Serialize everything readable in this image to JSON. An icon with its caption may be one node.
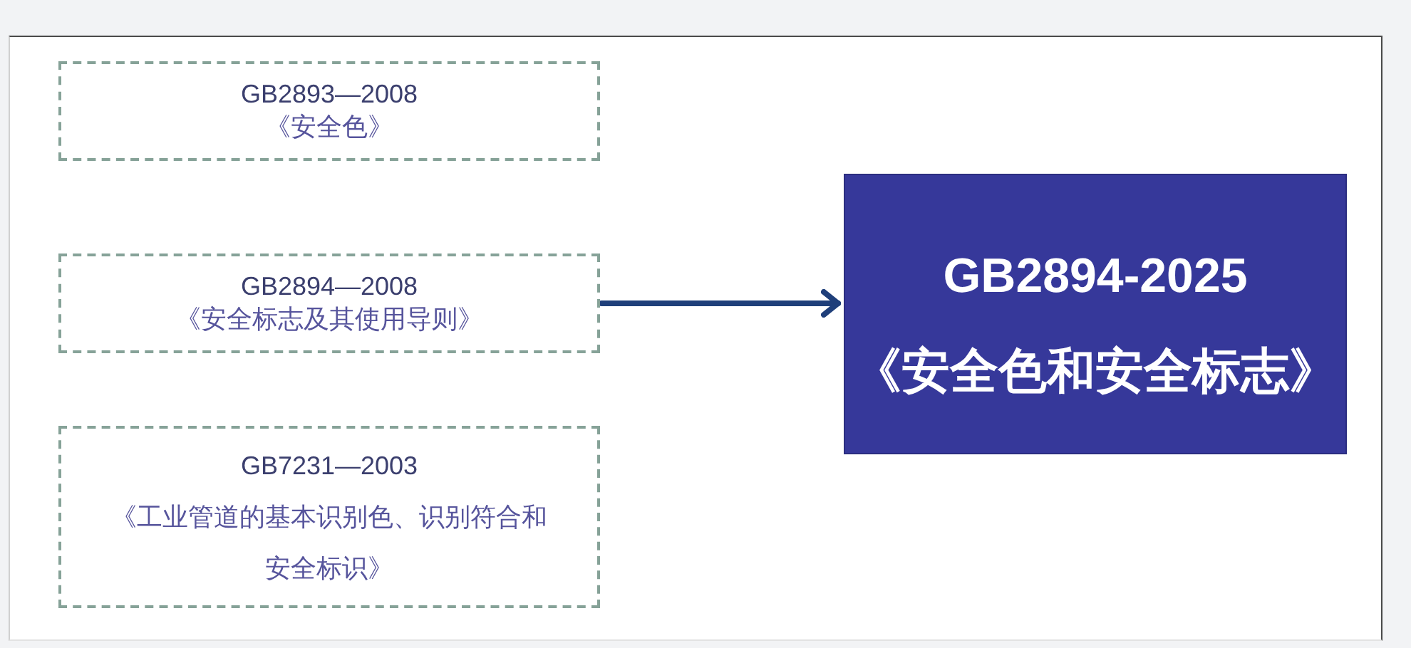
{
  "diagram": {
    "nodes": [
      {
        "text": [
          "GB2893—2008",
          "《安全色》"
        ]
      },
      {
        "text": [
          "GB2894—2008",
          "《安全标志及其使用导则》"
        ]
      },
      {
        "text": [
          "GB7231—2003",
          "《工业管道的基本识别色、识别符合和安全标识》"
        ]
      },
      {
        "text": [
          "GB2894-2025",
          "《安全色和安全标志》"
        ]
      }
    ],
    "edges": [
      {
        "from": 1,
        "to": 3,
        "arrow": "to"
      }
    ]
  }
}
